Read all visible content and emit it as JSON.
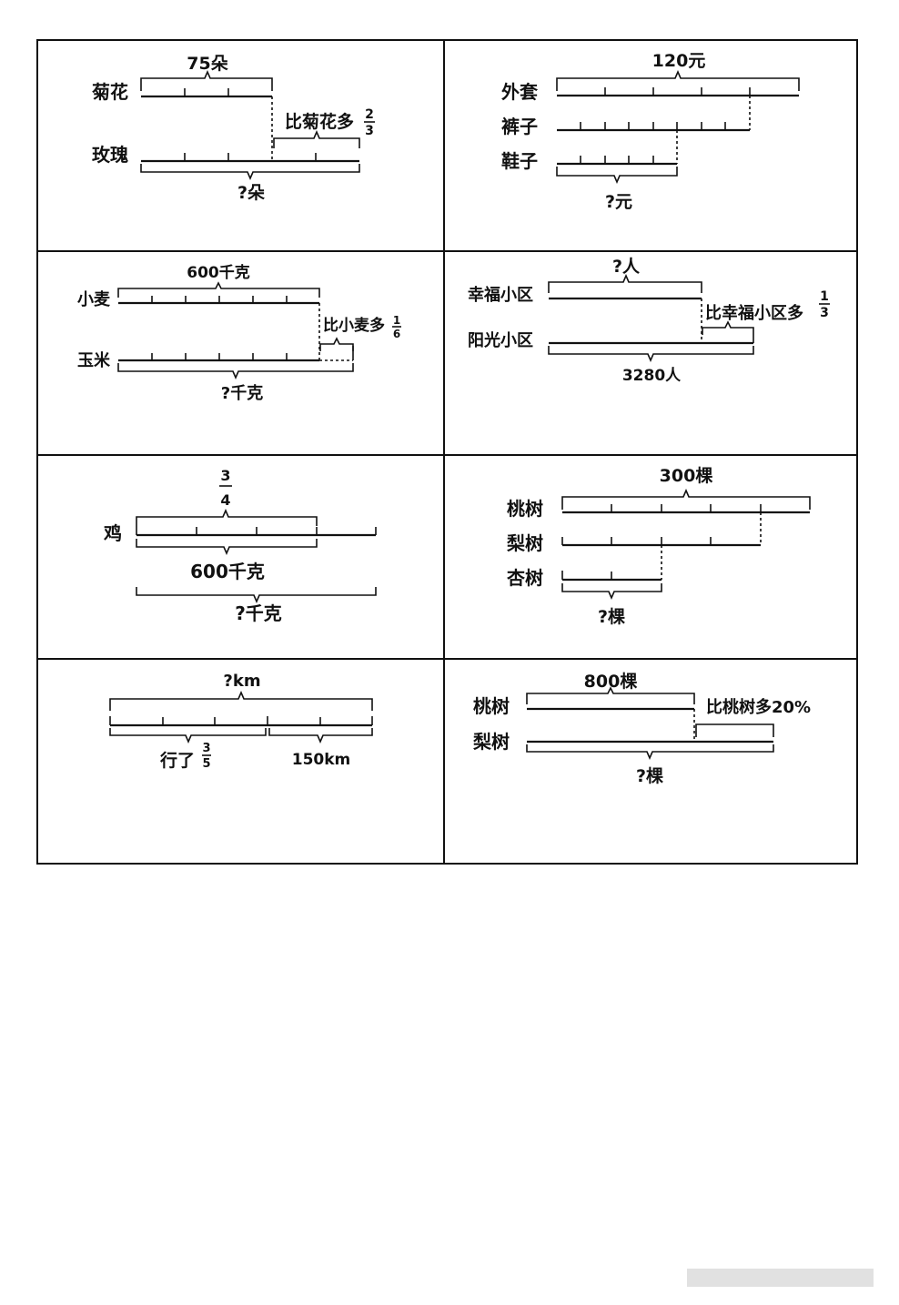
{
  "panels": {
    "p1": {
      "label_a": "菊花",
      "label_b": "玫瑰",
      "top": "75朵",
      "diff": "比菊花多",
      "frac_num": "2",
      "frac_den": "3",
      "question": "?朵"
    },
    "p2": {
      "label_a": "外套",
      "label_b": "裤子",
      "label_c": "鞋子",
      "top": "120元",
      "question": "?元"
    },
    "p3": {
      "label_a": "小麦",
      "label_b": "玉米",
      "top": "600千克",
      "diff": "比小麦多",
      "frac_num": "1",
      "frac_den": "6",
      "question": "?千克"
    },
    "p4": {
      "label_a": "幸福小区",
      "label_b": "阳光小区",
      "top": "?人",
      "diff": "比幸福小区多",
      "frac_num": "1",
      "frac_den": "3",
      "total": "3280人"
    },
    "p5": {
      "label_a": "鸡",
      "frac_num": "3",
      "frac_den": "4",
      "part": "600千克",
      "question": "?千克"
    },
    "p6": {
      "label_a": "桃树",
      "label_b": "梨树",
      "label_c": "杏树",
      "top": "300棵",
      "question": "?棵"
    },
    "p7": {
      "top": "?km",
      "traveled": "行了",
      "frac_num": "3",
      "frac_den": "5",
      "rest": "150km"
    },
    "p8": {
      "label_a": "桃树",
      "label_b": "梨树",
      "top": "800棵",
      "diff": "比桃树多20%",
      "question": "?棵"
    }
  }
}
